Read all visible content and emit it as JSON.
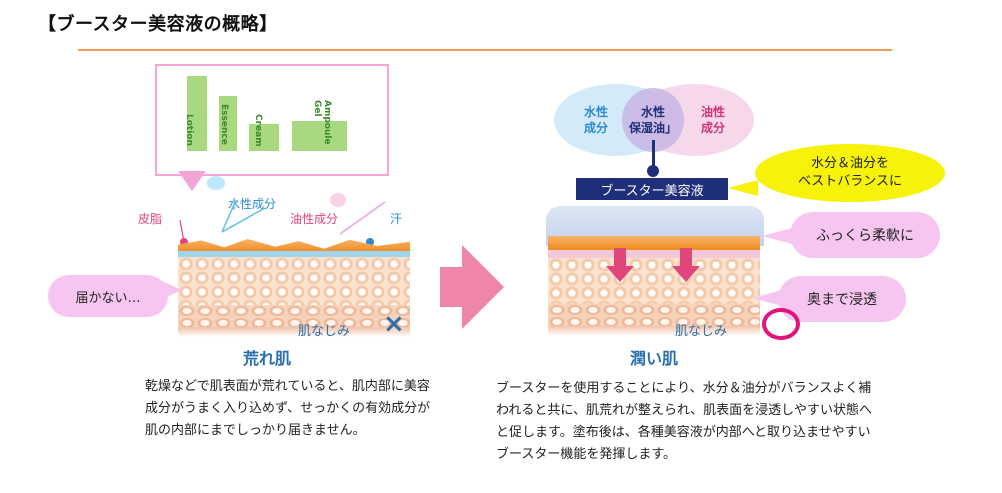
{
  "title": "【ブースター美容液の概略】",
  "left": {
    "bottles": [
      "Lotion",
      "Essence",
      "Cream",
      "Ampoule Gel"
    ],
    "labels": {
      "sebum": "皮脂",
      "water": "水性成分",
      "oil": "油性成分",
      "sweat": "汗"
    },
    "callout": "届かない…",
    "fit": "肌なじみ",
    "mark": "×",
    "caption": "荒れ肌",
    "description": "乾燥などで肌表面が荒れていると、肌内部に美容成分がうまく入り込めず、せっかくの有効成分が肌の内部にまでしっかり届きません。"
  },
  "right": {
    "venn": {
      "water": "水性\n成分",
      "middle": "水性\n保湿油」",
      "oil": "油性\n成分"
    },
    "booster_label": "ブースター美容液",
    "callouts": [
      "水分＆油分を\nベストバランスに",
      "ふっくら柔軟に",
      "奥まで浸透"
    ],
    "fit": "肌なじみ",
    "caption": "潤い肌",
    "description": "ブースターを使用することにより、水分＆油分がバランスよく補われると共に、肌荒れが整えられ、肌表面を浸透しやすい状態へと促します。塗布後は、各種美容液が内部へと取り込ませやすいブースター機能を発揮します。"
  },
  "colors": {
    "accent_rule": "#f29a5c",
    "caption_blue": "#2a6fb0",
    "arrow_pink": "#ef86a8",
    "callout_pink": "#f6c6f0",
    "callout_yellow": "#f6f20a",
    "booster_navy": "#1f2f7a"
  }
}
